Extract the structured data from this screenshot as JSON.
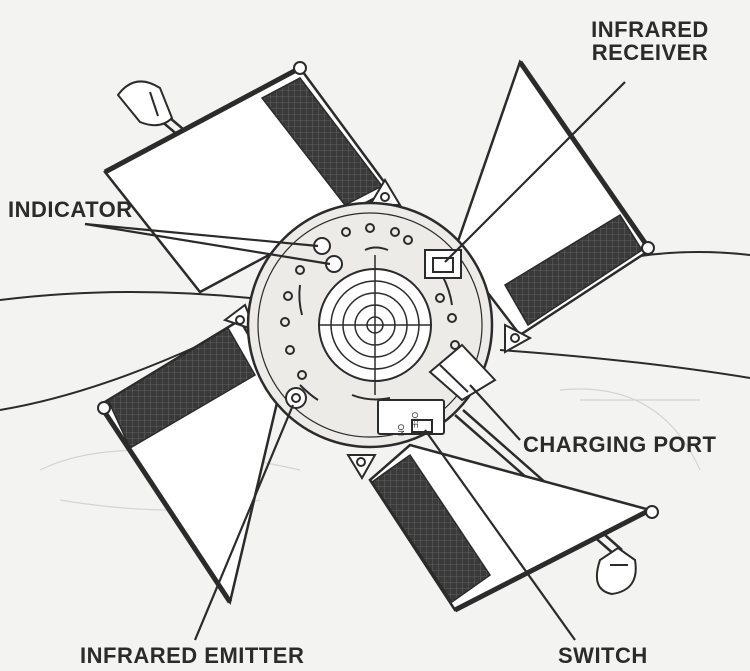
{
  "labels": {
    "infrared_receiver_line1": "INFRARED",
    "infrared_receiver_line2": "RECEIVER",
    "indicator": "INDICATOR",
    "charging_port": "CHARGING PORT",
    "infrared_emitter": "INFRARED EMITTER",
    "switch": "SWITCH"
  },
  "switch_marks": {
    "off": "OFF",
    "on": "ON"
  },
  "colors": {
    "background": "#f3f3f1",
    "ink": "#2b2b2b",
    "panel_fill": "#3a3a3a",
    "body_fill": "#ecebe8"
  }
}
